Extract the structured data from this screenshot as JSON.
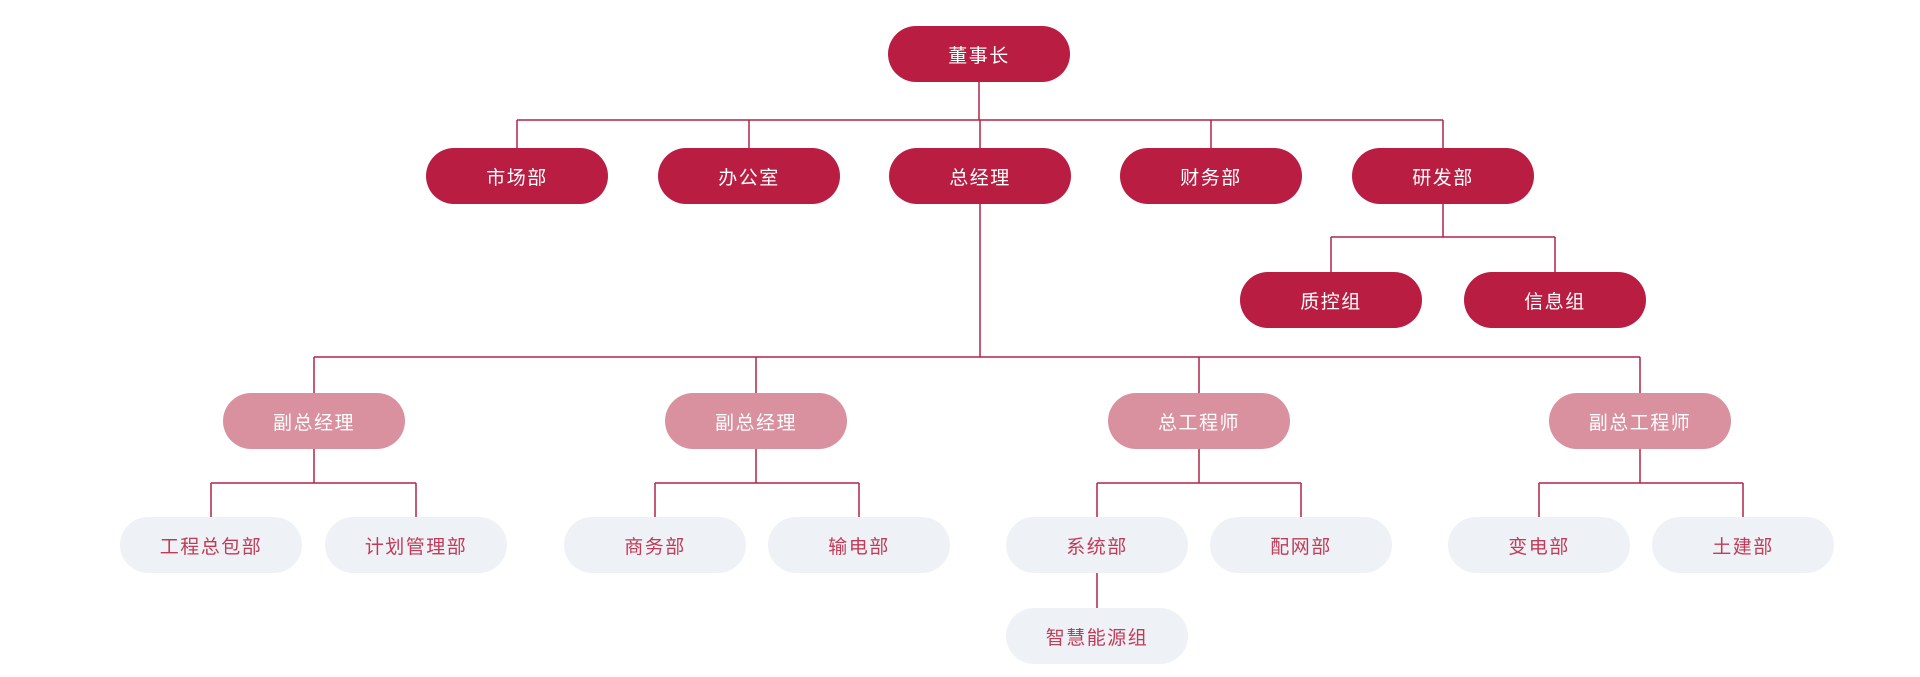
{
  "page": {
    "background": "#ffffff",
    "type": "organization-chart"
  },
  "colors": {
    "dark": "#b91e42",
    "pink": "#d9909f",
    "light": "#eef2f7",
    "light_text": "#c23a56",
    "on_dark_text": "#ffffff",
    "line": "#b02446"
  },
  "org_chart": {
    "nodes": [
      {
        "id": "chairman",
        "label": "董事长",
        "variant": "dark",
        "parent": null
      },
      {
        "id": "marketing",
        "label": "市场部",
        "variant": "dark",
        "parent": "chairman"
      },
      {
        "id": "office",
        "label": "办公室",
        "variant": "dark",
        "parent": "chairman"
      },
      {
        "id": "gm",
        "label": "总经理",
        "variant": "dark",
        "parent": "chairman"
      },
      {
        "id": "finance",
        "label": "财务部",
        "variant": "dark",
        "parent": "chairman"
      },
      {
        "id": "rnd",
        "label": "研发部",
        "variant": "dark",
        "parent": "chairman"
      },
      {
        "id": "qc",
        "label": "质控组",
        "variant": "dark",
        "parent": "rnd"
      },
      {
        "id": "info",
        "label": "信息组",
        "variant": "dark",
        "parent": "rnd"
      },
      {
        "id": "dgm1",
        "label": "副总经理",
        "variant": "pink",
        "parent": "gm"
      },
      {
        "id": "dgm2",
        "label": "副总经理",
        "variant": "pink",
        "parent": "gm"
      },
      {
        "id": "chiefeng",
        "label": "总工程师",
        "variant": "pink",
        "parent": "gm"
      },
      {
        "id": "dchiefeng",
        "label": "副总工程师",
        "variant": "pink",
        "parent": "gm"
      },
      {
        "id": "epc",
        "label": "工程总包部",
        "variant": "light",
        "parent": "dgm1"
      },
      {
        "id": "planning",
        "label": "计划管理部",
        "variant": "light",
        "parent": "dgm1"
      },
      {
        "id": "commerce",
        "label": "商务部",
        "variant": "light",
        "parent": "dgm2"
      },
      {
        "id": "transmission",
        "label": "输电部",
        "variant": "light",
        "parent": "dgm2"
      },
      {
        "id": "system",
        "label": "系统部",
        "variant": "light",
        "parent": "chiefeng"
      },
      {
        "id": "distribution",
        "label": "配网部",
        "variant": "light",
        "parent": "chiefeng"
      },
      {
        "id": "substation",
        "label": "变电部",
        "variant": "light",
        "parent": "dchiefeng"
      },
      {
        "id": "civil",
        "label": "土建部",
        "variant": "light",
        "parent": "dchiefeng"
      },
      {
        "id": "smartenergy",
        "label": "智慧能源组",
        "variant": "light",
        "parent": "system"
      }
    ]
  }
}
